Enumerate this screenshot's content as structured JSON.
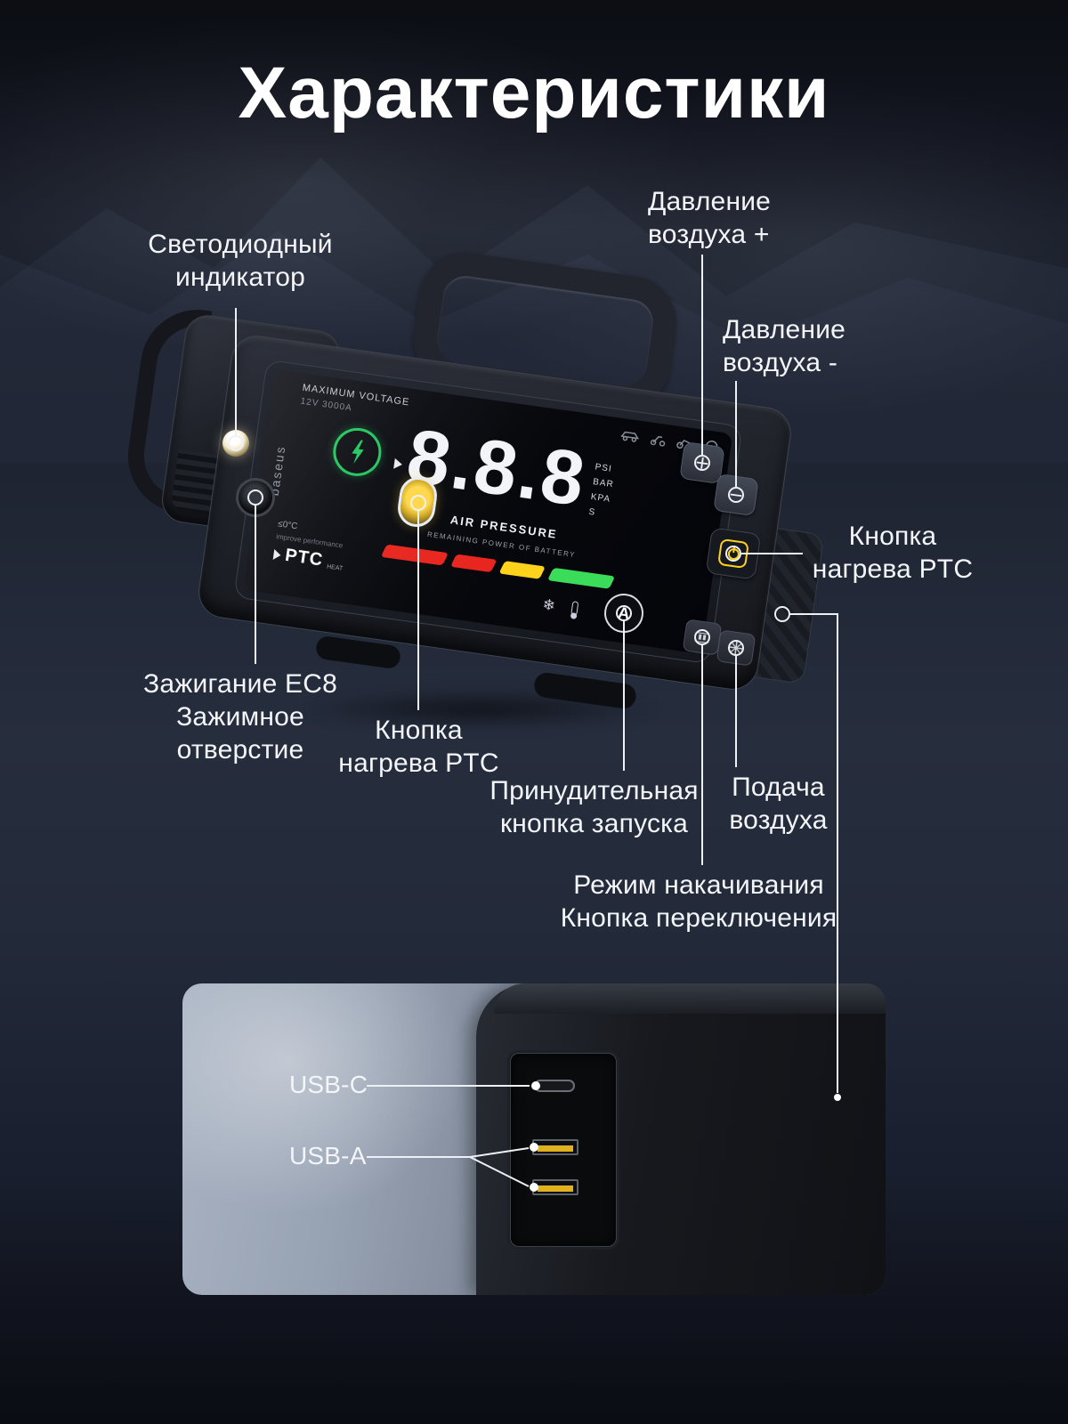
{
  "title": "Характеристики",
  "callouts": {
    "led": "Светодиодный\nиндикатор",
    "air_pressure_plus": "Давление\nвоздуха +",
    "air_pressure_minus": "Давление\nвоздуха -",
    "ptc_heat_right": "Кнопка\nнагрева PTC",
    "ec8_clamp": "Зажигание EC8\nЗажимное\nотверстие",
    "ptc_heat_bottom": "Кнопка\nнагрева PTC",
    "force_start": "Принудительная\nкнопка запуска",
    "air_supply": "Подача\nвоздуха",
    "inflation_mode": "Режим накачивания\nКнопка переключения",
    "usb_c": "USB-C",
    "usb_a": "USB-A"
  },
  "device": {
    "brand": "baseus",
    "max_voltage_label": "MAXIMUM VOLTAGE",
    "max_voltage_value": "12V 3000A",
    "display_value": "8.8.8",
    "units": [
      "PSI",
      "BAR",
      "KPA",
      "S"
    ],
    "air_pressure_label": "AIR PRESSURE",
    "battery_label": "REMAINING POWER OF BATTERY",
    "temp_note": "≤0°C",
    "improve_note": "improve performance",
    "ptc_label": "PTC",
    "heat_label": "HEAT",
    "plus": "+",
    "minus": "−",
    "force_start_glyph": "A",
    "snowflake_glyph": "❄"
  },
  "colors": {
    "background_dark": "#161a26",
    "label_text": "#f3f5f9",
    "accent_green": "#22c55e",
    "gauge": [
      "#e8261f",
      "#e8261f",
      "#ffd21c",
      "#3bdc5a"
    ],
    "ptc_button_yellow": "#ffd21c",
    "usb_tongue_yellow": "#e0b11f"
  }
}
